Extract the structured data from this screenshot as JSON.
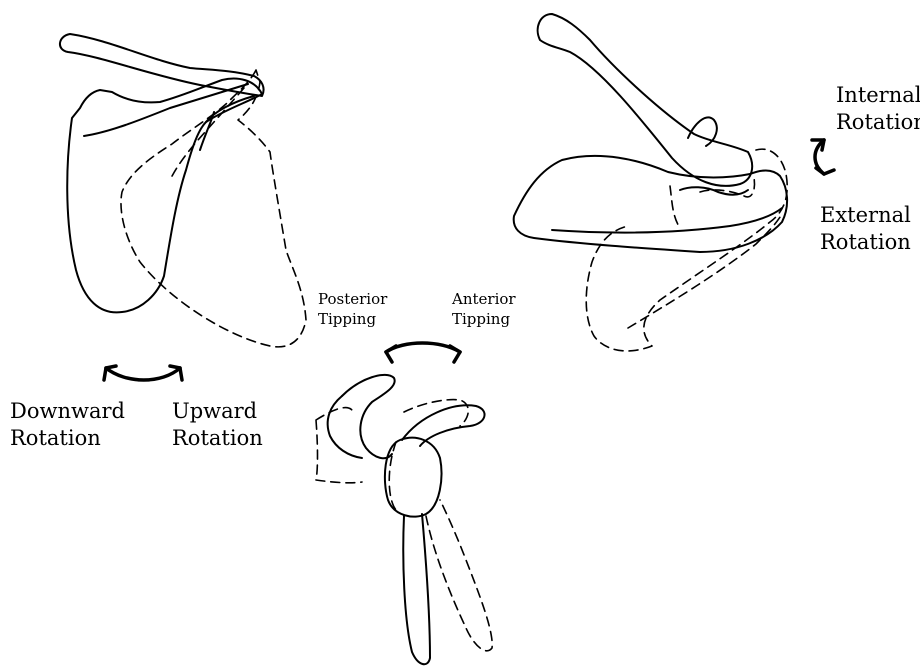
{
  "labels": {
    "downward": "Downward\nRotation",
    "upward": "Upward\nRotation",
    "posterior": "Posterior\nTipping",
    "anterior": "Anterior\nTipping",
    "internal": "Internal\nRotation",
    "external": "External\nRotation"
  }
}
